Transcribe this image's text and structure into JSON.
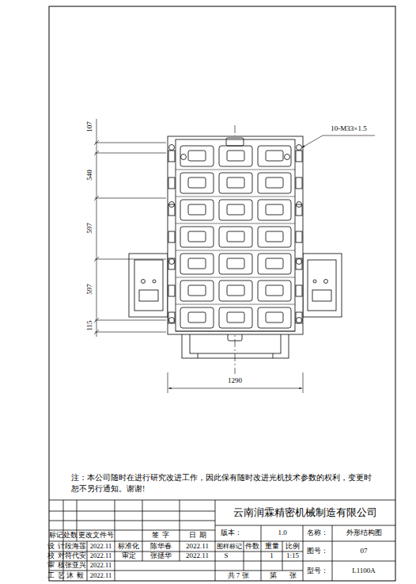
{
  "diagram": {
    "labels": [
      "107",
      "540",
      "597",
      "597",
      "115",
      "10-M33×1.5",
      "1290",
      "注：本公司随时在进行研究改进工作，因此保有随时改进光机技术参数的权利，变更时恕不另行通知。谢谢!",
      "云南润霖精密机械制造有限公司",
      "版本：",
      "1.0",
      "名称：",
      "外形结构图",
      "标记",
      "处数",
      "更改文件号",
      "签  字",
      "日  期",
      "设  计",
      "段海莲",
      "2022.11",
      "标准化",
      "陈华春",
      "2022.11",
      "图样标记",
      "件数",
      "重量",
      "比例",
      "图号：",
      "07",
      "校  对",
      "符代安",
      "2022.11",
      "审定",
      "张拯华",
      "2022.11",
      "S",
      "1",
      "1:15",
      "审  核",
      "张亚兴",
      "2022.11",
      "型号：",
      "L1100A",
      "工  艺",
      "沐  毅",
      "2022.11",
      "共 7 张",
      "第",
      "张"
    ]
  }
}
